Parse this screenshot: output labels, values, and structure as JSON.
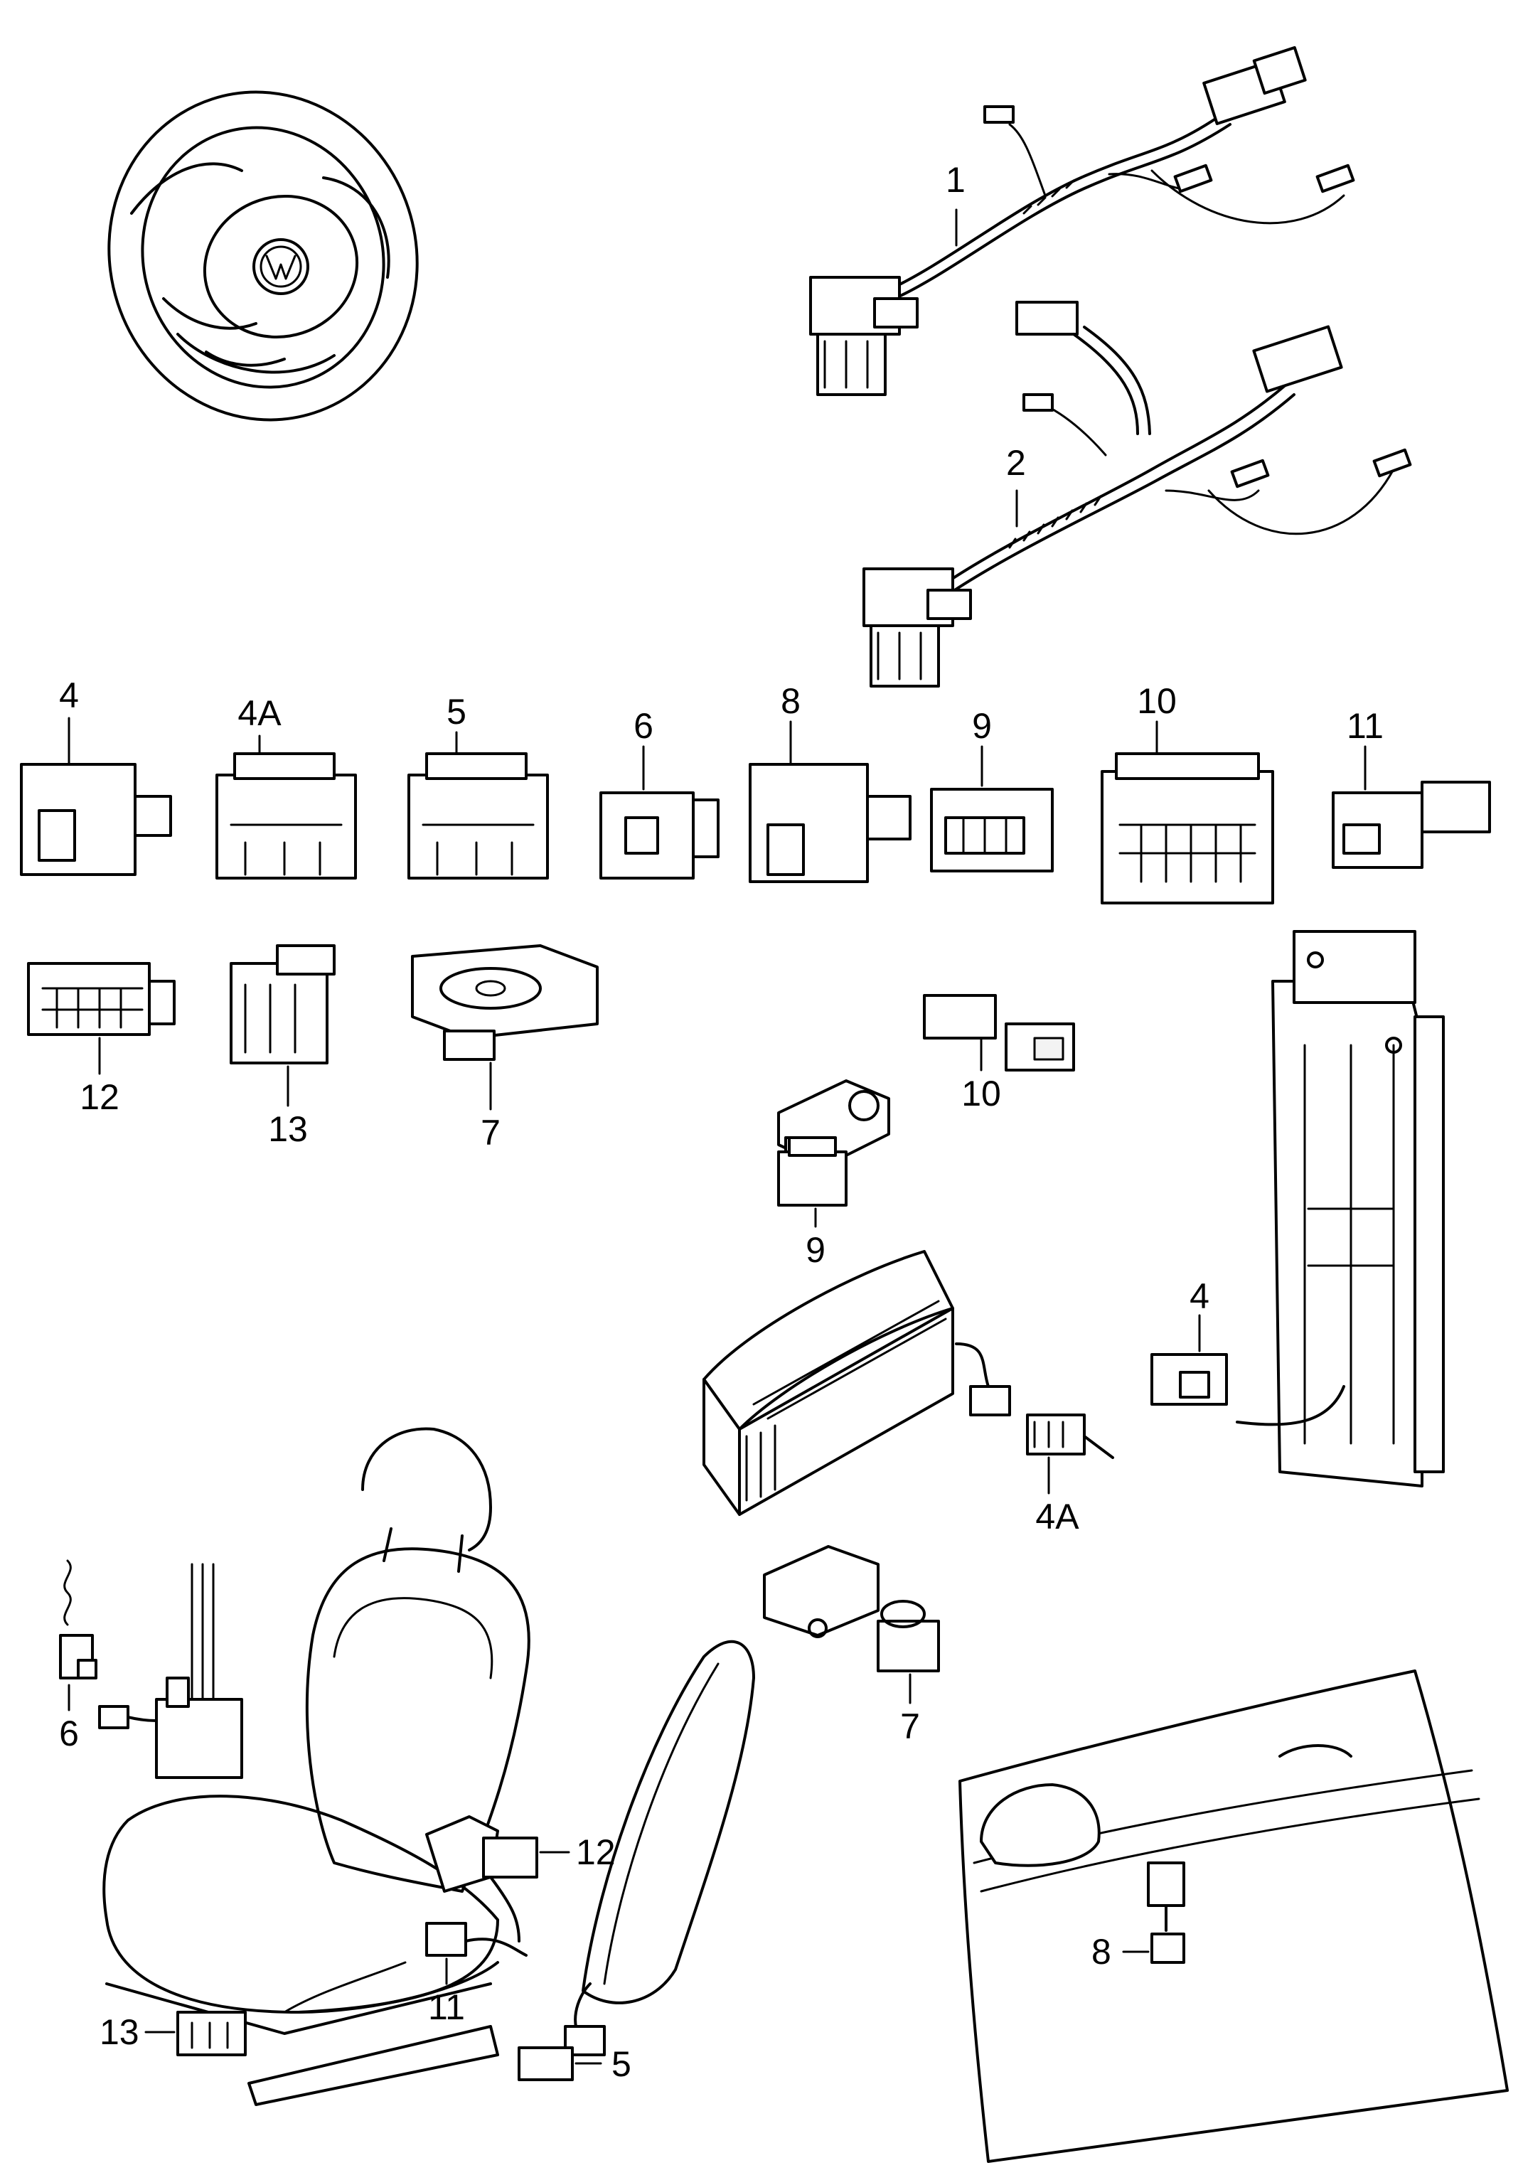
{
  "callouts": {
    "c1": "1",
    "c2": "2",
    "c4_top": "4",
    "c4a_top": "4A",
    "c5_top": "5",
    "c6_top": "6",
    "c8_top": "8",
    "c9_top": "9",
    "c10_top": "10",
    "c11_top": "11",
    "c12_mid": "12",
    "c13_mid": "13",
    "c7_mid": "7",
    "c10_mid": "10",
    "c9_mid": "9",
    "c4_mid": "4",
    "c4a_mid": "4A",
    "c7_low": "7",
    "c6_seat": "6",
    "c12_seat": "12",
    "c11_seat": "11",
    "c13_seat": "13",
    "c5_seat": "5",
    "c8_door": "8"
  }
}
